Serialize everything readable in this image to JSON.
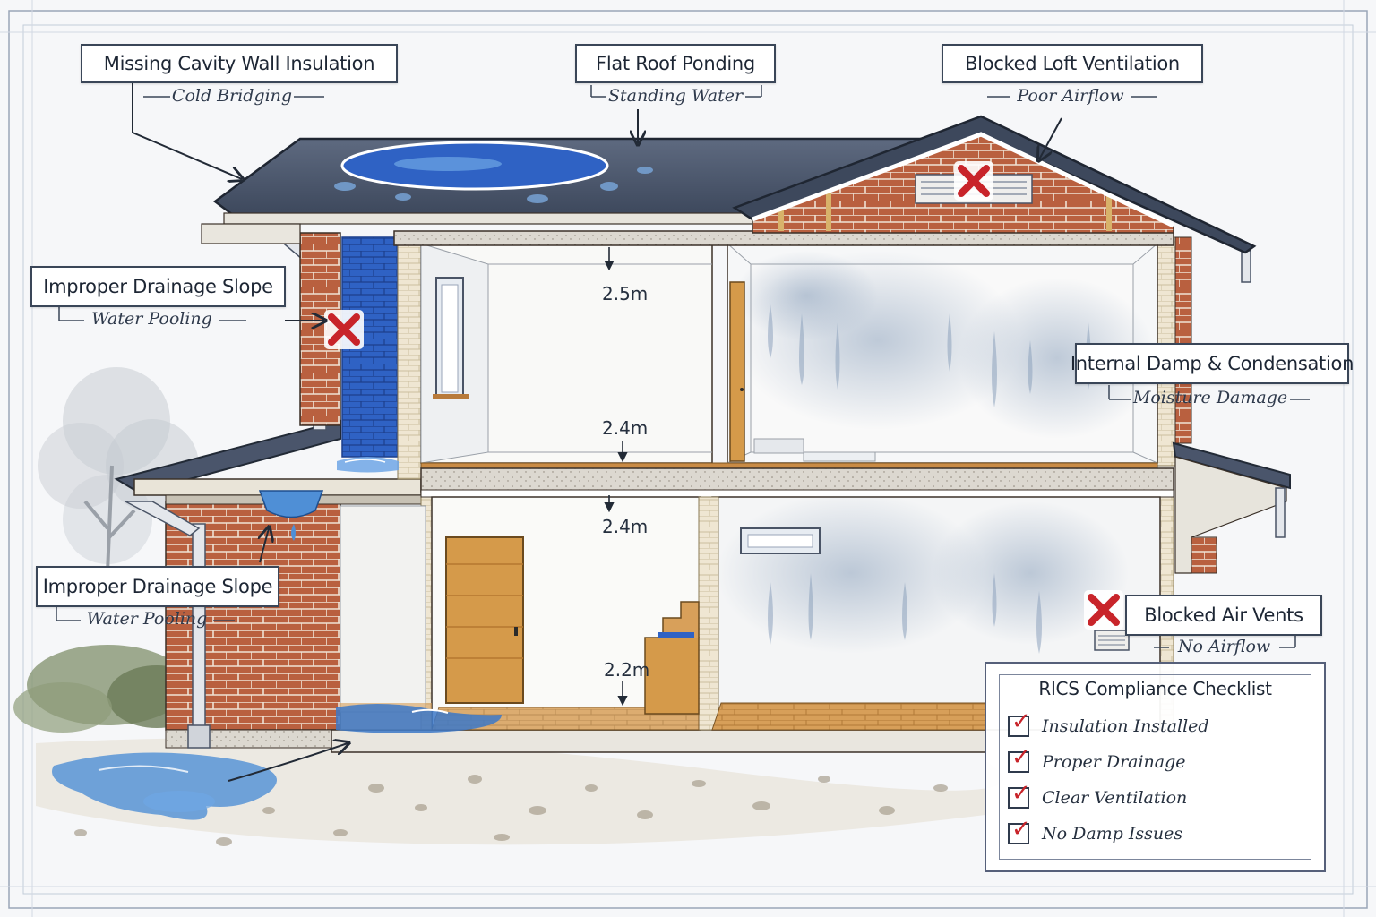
{
  "callouts": {
    "cavity": {
      "title": "Missing Cavity Wall Insulation",
      "sub": "Cold Bridging"
    },
    "flat_roof": {
      "title": "Flat Roof Ponding",
      "sub": "Standing Water"
    },
    "loft": {
      "title": "Blocked Loft Ventilation",
      "sub": "Poor Airflow"
    },
    "drainage_upper": {
      "title": "Improper Drainage Slope",
      "sub": "Water Pooling"
    },
    "drainage_lower": {
      "title": "Improper Drainage Slope",
      "sub": "Water Pooling"
    },
    "damp": {
      "title": "Internal Damp & Condensation",
      "sub": "Moisture Damage"
    },
    "air_vents": {
      "title": "Blocked Air Vents",
      "sub": "No Airflow"
    }
  },
  "dimensions": {
    "upper_ceiling": "2.5m",
    "upper_floor": "2.4m",
    "lower_ceiling": "2.4m",
    "lower_floor": "2.2m"
  },
  "checklist": {
    "title": "RICS Compliance Checklist",
    "items": [
      "Insulation Installed",
      "Proper Drainage",
      "Clear Ventilation",
      "No Damp Issues"
    ]
  },
  "colors": {
    "ink": "#2f3a4c",
    "brick": "#b5583a",
    "water": "#3c78c8",
    "warning": "#c8242a",
    "wood": "#d59a4a"
  }
}
